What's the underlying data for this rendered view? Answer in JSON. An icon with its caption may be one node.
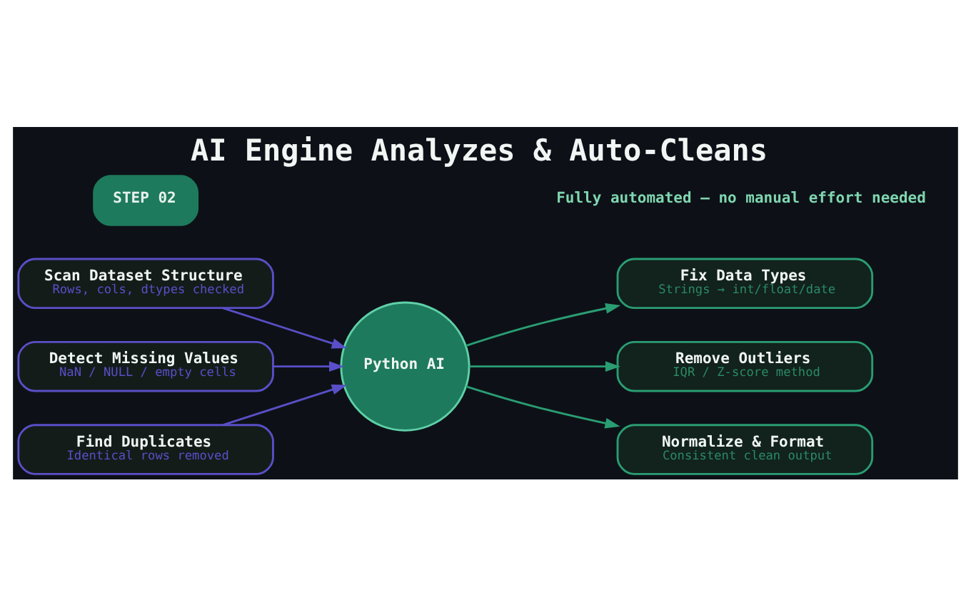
{
  "diagram": {
    "title": "AI Engine Analyzes & Auto-Cleans",
    "nodes": [
      {
        "text": [
          "Scan Dataset Structure",
          "Rows, cols, dtypes checked"
        ]
      },
      {
        "text": [
          "Detect Missing Values",
          "NaN / NULL / empty cells"
        ]
      },
      {
        "text": [
          "Find Duplicates",
          "Identical rows removed"
        ]
      },
      {
        "text": [
          "Python AI"
        ]
      },
      {
        "text": [
          "Fix Data Types",
          "Strings → int/float/date"
        ]
      },
      {
        "text": [
          "Remove Outliers",
          "IQR / Z-score method"
        ]
      },
      {
        "text": [
          "Normalize & Format",
          "Consistent clean output"
        ]
      }
    ],
    "edges": [
      {
        "from": 0,
        "to": 3,
        "arrow": "to",
        "color": "#5a4fc8"
      },
      {
        "from": 1,
        "to": 3,
        "arrow": "to",
        "color": "#5a4fc8"
      },
      {
        "from": 2,
        "to": 3,
        "arrow": "to",
        "color": "#5a4fc8"
      },
      {
        "from": 3,
        "to": 4,
        "arrow": "to",
        "color": "#2a9d73"
      },
      {
        "from": 3,
        "to": 5,
        "arrow": "to",
        "color": "#2a9d73"
      },
      {
        "from": 3,
        "to": 6,
        "arrow": "to",
        "color": "#2a9d73"
      }
    ],
    "labels": [
      "STEP 02",
      "Fully automated — no manual effort needed"
    ]
  }
}
